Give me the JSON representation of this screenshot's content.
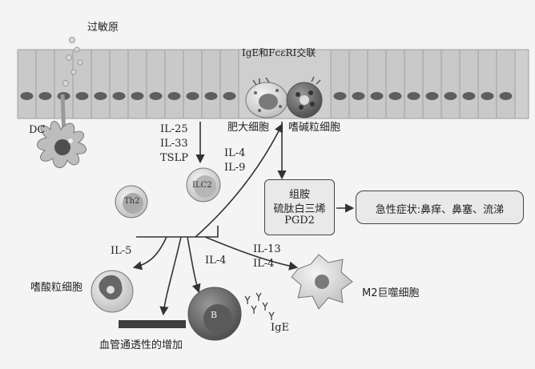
{
  "labels": {
    "allergen": "过敏原",
    "crosslink": "IgE和FcεRI交联",
    "dc": "DC",
    "il25": "IL-25",
    "il33": "IL-33",
    "tslp": "TSLP",
    "mast_cell": "肥大细胞",
    "basophil": "嗜碱粒细胞",
    "il4_top": "IL-4",
    "il9": "IL-9",
    "th2": "Th2",
    "ilc2": "ILC2",
    "il5": "IL-5",
    "il4_mid": "IL-4",
    "il13": "IL-13",
    "il4_right": "IL-4",
    "eosinophil": "嗜酸粒细胞",
    "b_cell": "B",
    "ige": "IgE",
    "m2": "M2巨噬细胞",
    "vascular": "血管通透性的增加"
  },
  "mediators": {
    "line1": "组胺",
    "line2": "硫肽白三烯",
    "line3": "PGD2"
  },
  "symptoms": "急性症状:鼻痒、鼻塞、流涕",
  "colors": {
    "epithelium": "#c9c9c9",
    "nucleus": "#5e5e5e",
    "arrow": "#333333",
    "box_fill": "#e9e9e9"
  }
}
